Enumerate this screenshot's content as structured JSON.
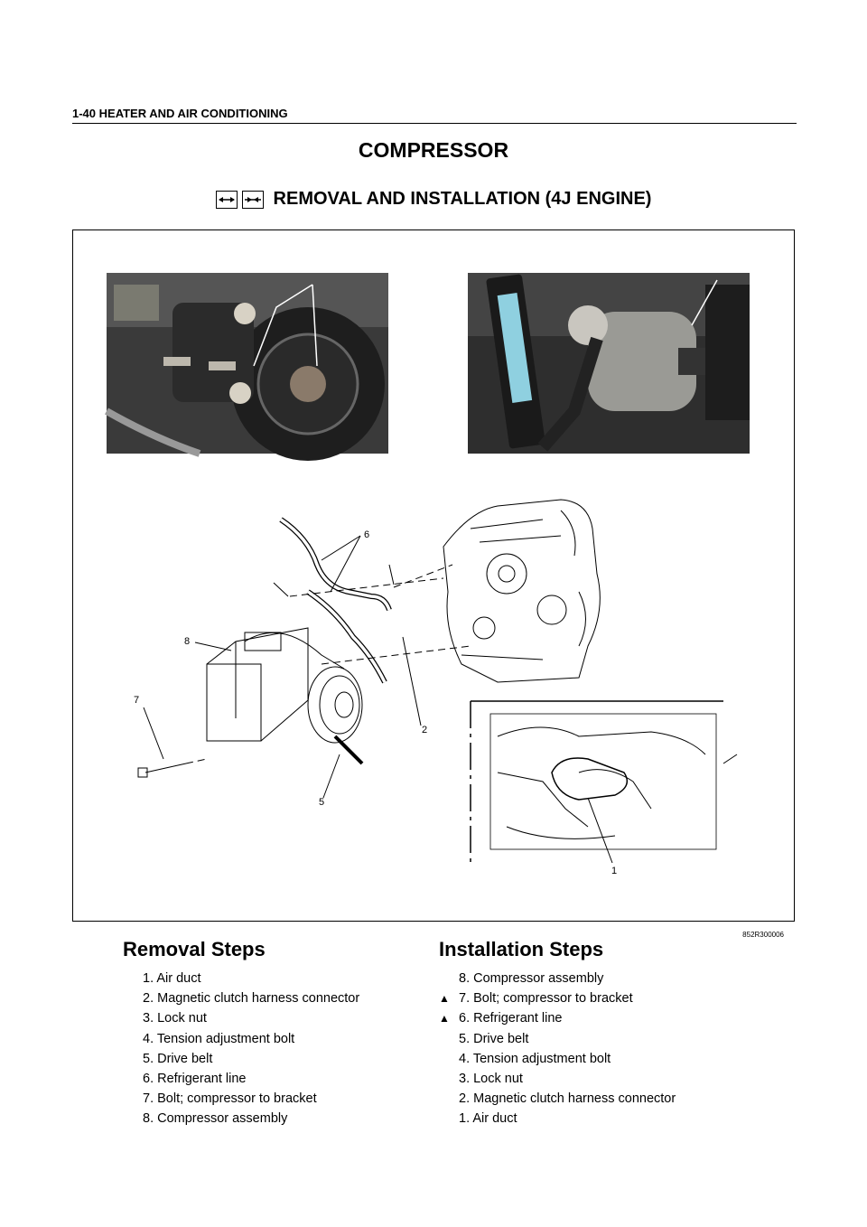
{
  "header": {
    "text": "1-40  HEATER AND AIR CONDITIONING"
  },
  "title": "COMPRESSOR",
  "subtitle": {
    "text": "REMOVAL AND INSTALLATION (4J ENGINE)",
    "icons": [
      "removal-arrows-icon",
      "installation-arrows-icon"
    ]
  },
  "figure": {
    "code": "852R300006",
    "callouts": [
      "6",
      "8",
      "7",
      "2",
      "5",
      "1"
    ]
  },
  "removal": {
    "title": "Removal Steps",
    "steps": [
      "1. Air duct",
      "2. Magnetic clutch harness connector",
      "3. Lock nut",
      "4. Tension adjustment bolt",
      "5. Drive belt",
      "6. Refrigerant line",
      "7. Bolt; compressor to bracket",
      "8. Compressor assembly"
    ]
  },
  "installation": {
    "title": "Installation Steps",
    "steps": [
      {
        "text": "8. Compressor assembly",
        "mark": ""
      },
      {
        "text": "7. Bolt; compressor to bracket",
        "mark": "▲"
      },
      {
        "text": "6. Refrigerant line",
        "mark": "▲"
      },
      {
        "text": "5. Drive belt",
        "mark": ""
      },
      {
        "text": "4. Tension adjustment bolt",
        "mark": ""
      },
      {
        "text": "3. Lock nut",
        "mark": ""
      },
      {
        "text": "2. Magnetic clutch harness connector",
        "mark": ""
      },
      {
        "text": "1. Air duct",
        "mark": ""
      }
    ]
  }
}
